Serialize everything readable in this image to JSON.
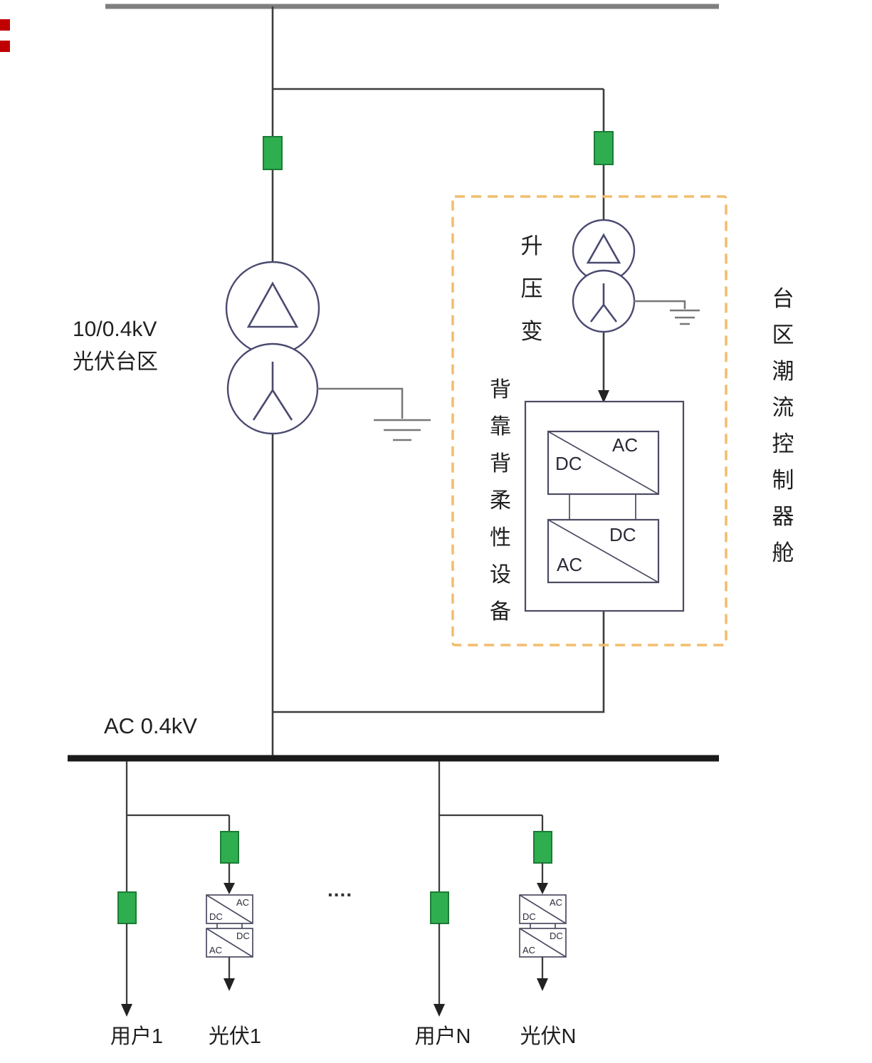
{
  "labels": {
    "pv_station_line1": "10/0.4kV",
    "pv_station_line2": "光伏台区",
    "step_up_transformer": "升压变",
    "back_to_back_device": "背靠背柔性设备",
    "flow_controller_cabin": "台区潮流控制器舱",
    "ac_bus": "AC 0.4kV",
    "ellipsis": "....",
    "feeders": {
      "user1": "用户1",
      "pv1": "光伏1",
      "userN": "用户N",
      "pvN": "光伏N"
    },
    "converter": {
      "ac": "AC",
      "dc": "DC"
    }
  },
  "colors": {
    "bus_top": "#7f7f7f",
    "bus_main": "#1a1a1a",
    "wire": "#3d3d3d",
    "breaker_fill": "#2fae4f",
    "breaker_border": "#1b7c36",
    "symbol_stroke": "#4a4a70",
    "converter_stroke": "#4b4b63",
    "dashed_box": "#f2bd6b",
    "ground": "#777777",
    "arrow": "#222222",
    "red_mark": "#c00000",
    "text": "#1f1f1f"
  }
}
